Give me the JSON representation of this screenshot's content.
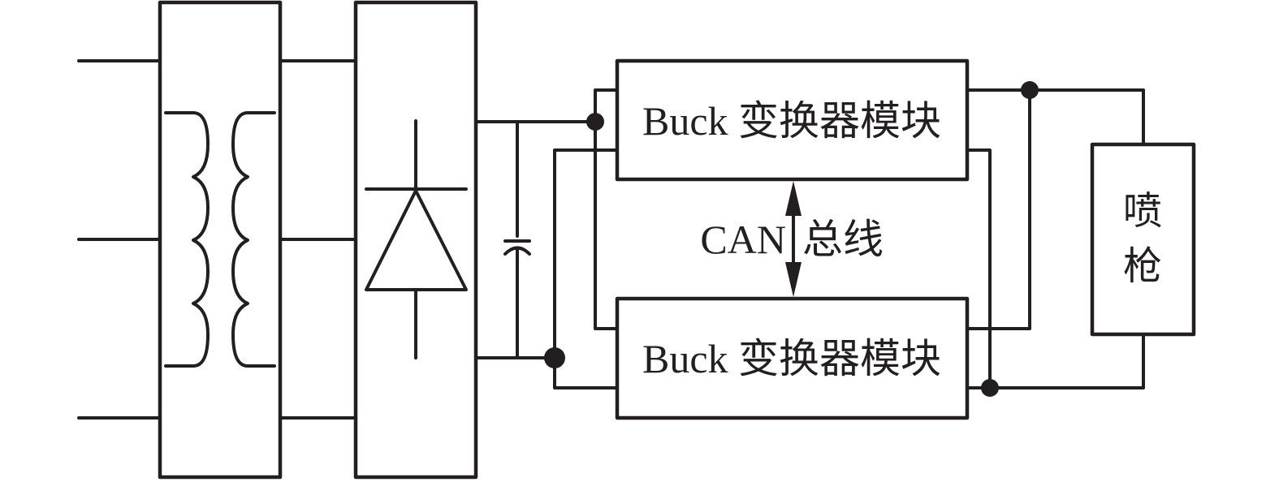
{
  "diagram": {
    "title": "",
    "colors": {
      "line": "#231f20",
      "background": "#ffffff"
    },
    "blocks": {
      "transformer": {
        "name": "transformer",
        "label": ""
      },
      "rectifier": {
        "name": "rectifier",
        "label": ""
      },
      "buck_top": {
        "name": "buck-converter-module-1",
        "label": "Buck 变换器模块"
      },
      "buck_bottom": {
        "name": "buck-converter-module-2",
        "label": "Buck 变换器模块"
      },
      "nozzle": {
        "name": "spray-gun",
        "label_line1": "喷",
        "label_line2": "枪"
      }
    },
    "bus": {
      "label_left": "CAN",
      "label_right": "总线"
    },
    "inputs": {
      "phase_count": 3
    },
    "components": [
      "transformer-coil-primary",
      "transformer-coil-secondary",
      "diode",
      "capacitor"
    ]
  }
}
